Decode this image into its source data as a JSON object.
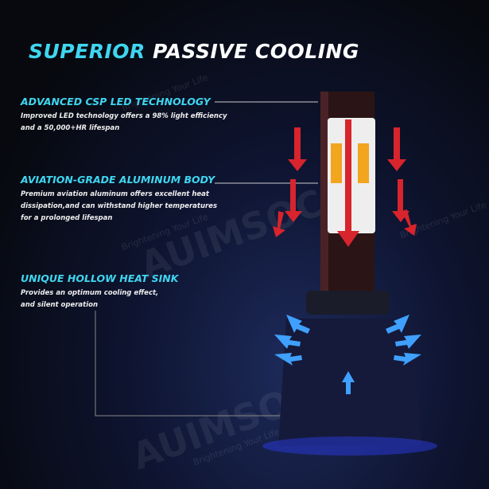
{
  "title": {
    "part1": "SUPERIOR",
    "part2": "PASSIVE COOLING"
  },
  "features": [
    {
      "heading": "ADVANCED CSP LED TECHNOLOGY",
      "lines": [
        "Improved LED technology offers a 98% light efficiency",
        "and a 50,000+HR lifespan"
      ]
    },
    {
      "heading": "AVIATION-GRADE ALUMINUM BODY",
      "lines": [
        "Premium aviation aluminum offers excellent heat",
        "dissipation,and can withstand higher temperatures",
        "for a prolonged lifespan"
      ]
    },
    {
      "heading": "UNIQUE HOLLOW HEAT SINK",
      "lines": [
        "Provides an optimum cooling effect,",
        "and silent operation"
      ]
    }
  ],
  "watermark": {
    "brand": "AUIMSOCO",
    "tagline": "Brightening Your Life"
  },
  "colors": {
    "accent": "#3fd6f0",
    "arrow_hot": "#d8242c",
    "arrow_cool": "#3fa0ff"
  }
}
